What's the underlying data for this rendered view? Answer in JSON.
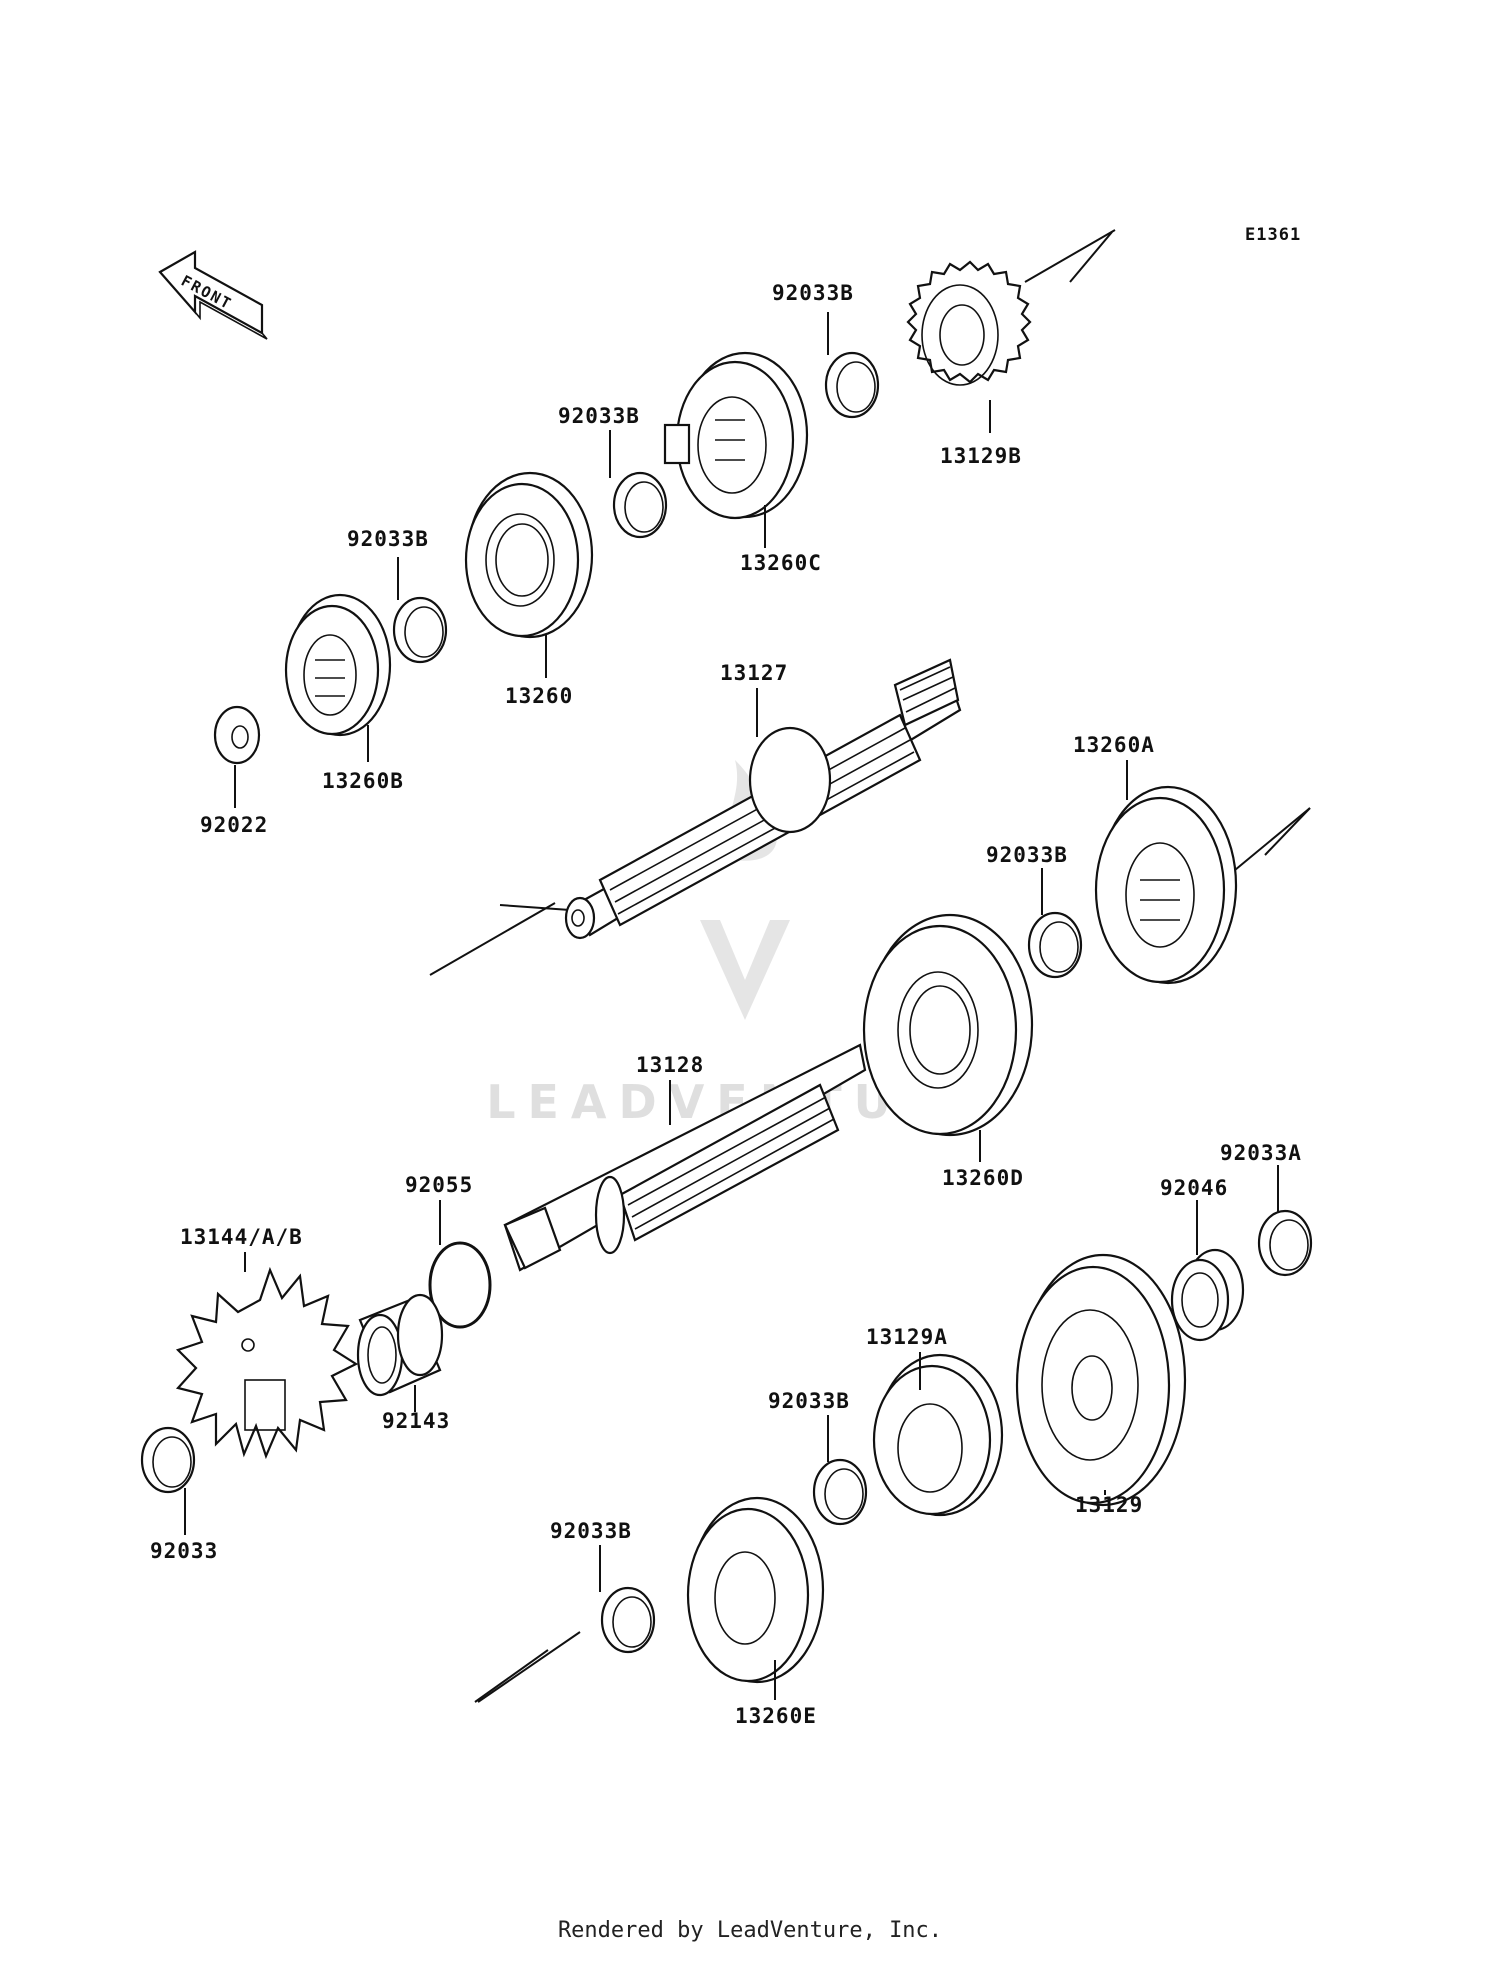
{
  "diagram": {
    "reference_code": "E1361",
    "front_label": "FRONT",
    "watermark_text": "LEADVENTURE",
    "footer_text": "Rendered by LeadVenture, Inc.",
    "parts": [
      {
        "id": "p1",
        "label": "92033B"
      },
      {
        "id": "p2",
        "label": "13129B"
      },
      {
        "id": "p3",
        "label": "92033B"
      },
      {
        "id": "p4",
        "label": "13260C"
      },
      {
        "id": "p5",
        "label": "92033B"
      },
      {
        "id": "p6",
        "label": "13260"
      },
      {
        "id": "p7",
        "label": "13260B"
      },
      {
        "id": "p8",
        "label": "92022"
      },
      {
        "id": "p9",
        "label": "13127"
      },
      {
        "id": "p10",
        "label": "13260A"
      },
      {
        "id": "p11",
        "label": "92033B"
      },
      {
        "id": "p12",
        "label": "13128"
      },
      {
        "id": "p13",
        "label": "13260D"
      },
      {
        "id": "p14",
        "label": "92033A"
      },
      {
        "id": "p15",
        "label": "92046"
      },
      {
        "id": "p16",
        "label": "92055"
      },
      {
        "id": "p17",
        "label": "13144/A/B"
      },
      {
        "id": "p18",
        "label": "13129A"
      },
      {
        "id": "p19",
        "label": "92143"
      },
      {
        "id": "p20",
        "label": "92033B"
      },
      {
        "id": "p21",
        "label": "13129"
      },
      {
        "id": "p22",
        "label": "92033"
      },
      {
        "id": "p23",
        "label": "92033B"
      },
      {
        "id": "p24",
        "label": "13260E"
      }
    ]
  }
}
